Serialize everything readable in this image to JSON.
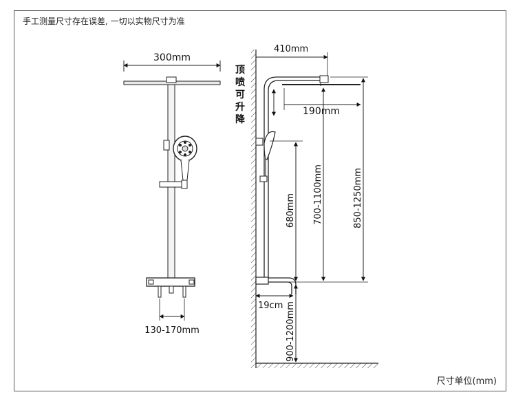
{
  "note": "手工测量尺寸存在误差, 一切以实物尺寸为准",
  "unit_label": "尺寸单位(mm)",
  "front_view": {
    "shower_width": "300mm",
    "valve_spacing": "130-170mm"
  },
  "side_view": {
    "arm_length": "410mm",
    "head_offset": "190mm",
    "lift_label": [
      "顶",
      "喷",
      "可",
      "升",
      "降"
    ],
    "handshower_height": "680mm",
    "bar_height": "700-1100mm",
    "total_height": "850-1250mm",
    "spout_length": "19cm",
    "mount_height": "900-1200mm"
  }
}
